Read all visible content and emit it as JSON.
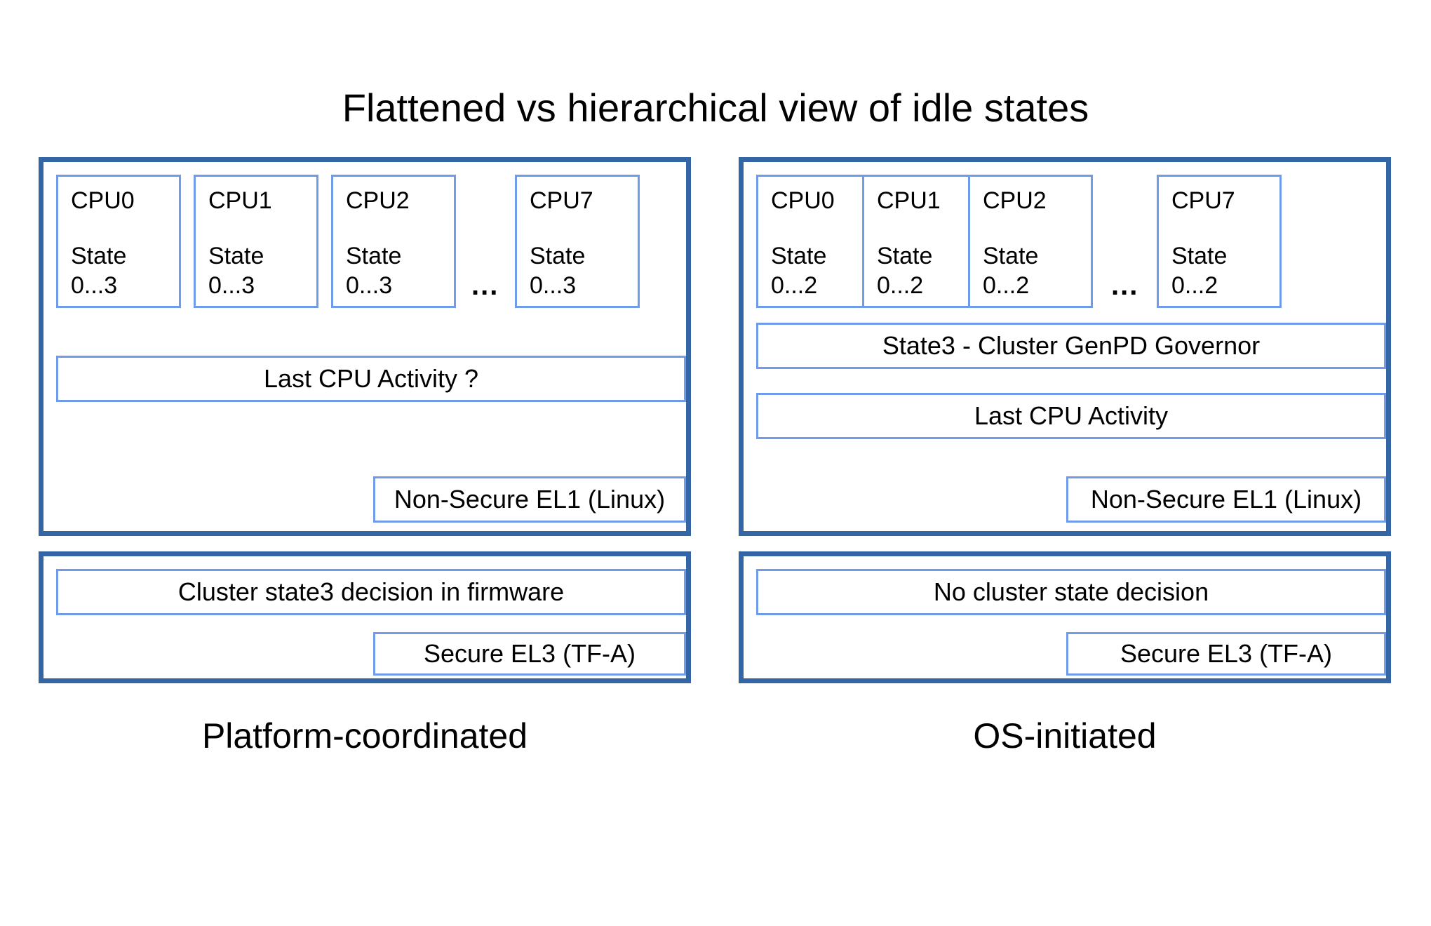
{
  "title": "Flattened vs hierarchical view of idle states",
  "colors": {
    "panel_border": "#3465a4",
    "box_border": "#6f9be8",
    "background": "#ffffff",
    "text": "#000000"
  },
  "ellipsis": "...",
  "left": {
    "caption": "Platform-coordinated",
    "os_panel": {
      "cpus": [
        {
          "name": "CPU0",
          "state_label": "State",
          "state_range": "0...3"
        },
        {
          "name": "CPU1",
          "state_label": "State",
          "state_range": "0...3"
        },
        {
          "name": "CPU2",
          "state_label": "State",
          "state_range": "0...3"
        },
        {
          "name": "CPU7",
          "state_label": "State",
          "state_range": "0...3"
        }
      ],
      "bands": [
        {
          "label": "Last CPU Activity ?"
        }
      ],
      "layer_label": "Non-Secure EL1 (Linux)"
    },
    "fw_panel": {
      "bands": [
        {
          "label": "Cluster state3 decision in firmware"
        }
      ],
      "layer_label": "Secure EL3 (TF-A)"
    }
  },
  "right": {
    "caption": "OS-initiated",
    "os_panel": {
      "cpus": [
        {
          "name": "CPU0",
          "state_label": "State",
          "state_range": "0...2"
        },
        {
          "name": "CPU1",
          "state_label": "State",
          "state_range": "0...2"
        },
        {
          "name": "CPU2",
          "state_label": "State",
          "state_range": "0...2"
        },
        {
          "name": "CPU7",
          "state_label": "State",
          "state_range": "0...2"
        }
      ],
      "bands": [
        {
          "label": "State3 - Cluster GenPD Governor"
        },
        {
          "label": "Last CPU Activity"
        }
      ],
      "layer_label": "Non-Secure EL1 (Linux)"
    },
    "fw_panel": {
      "bands": [
        {
          "label": "No cluster state decision"
        }
      ],
      "layer_label": "Secure EL3 (TF-A)"
    }
  }
}
